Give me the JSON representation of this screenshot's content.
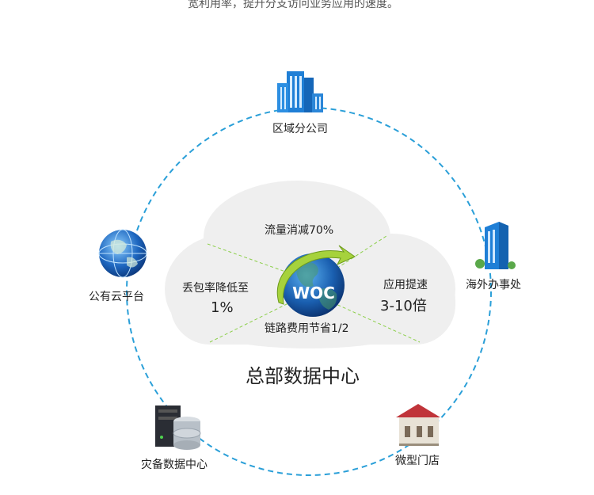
{
  "intro_text": "宽利用率，提升分支访问业务应用的速度。",
  "nodes": {
    "top": "区域分公司",
    "right": "海外办事处",
    "left": "公有云平台",
    "bottom_left": "灾备数据中心",
    "bottom_right": "微型门店"
  },
  "cloud": {
    "logo": "WOC",
    "top_metric": "流量消减70%",
    "left_metric_label": "丢包率降低至",
    "left_metric_value": "1%",
    "right_metric_label": "应用提速",
    "right_metric_value": "3-10倍",
    "bottom_metric": "链路费用节省1/2"
  },
  "hub_title": "总部数据中心",
  "colors": {
    "ring": "#2a9fd8",
    "cloud": "#efefef",
    "divider": "#8ccf4a",
    "globe": "#1a5fb0",
    "arrow": "#a6d23c"
  }
}
